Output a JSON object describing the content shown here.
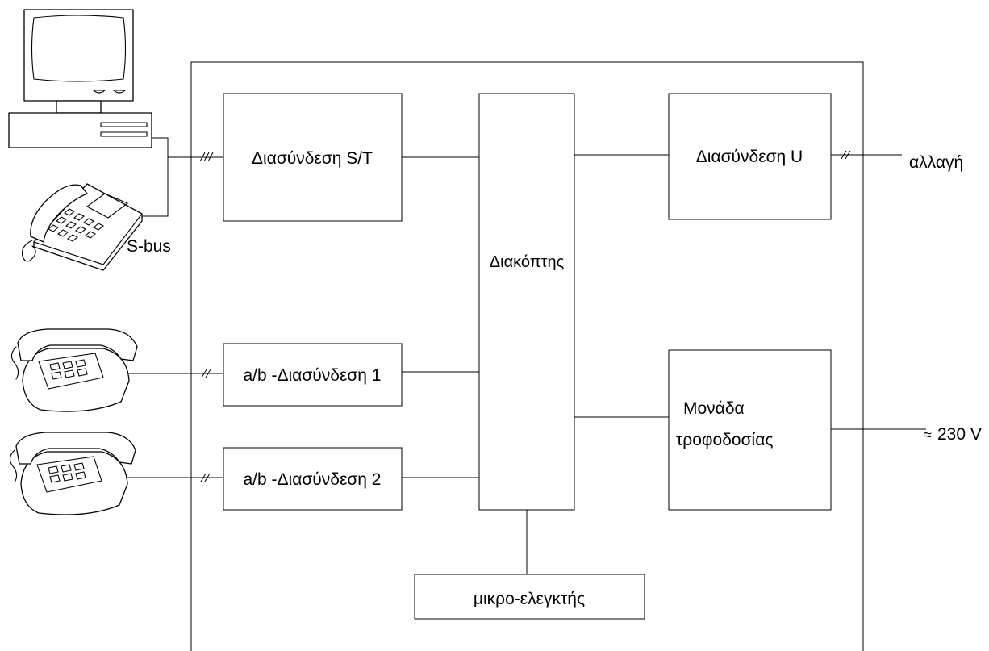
{
  "blocks": {
    "st_interface": "Διασύνδεση S/T",
    "switch": "Διακόπτης",
    "u_interface": "Διασύνδεση U",
    "ab_interface_1": "a/b -Διασύνδεση 1",
    "ab_interface_2": "a/b -Διασύνδεση 2",
    "power_unit_line1": "Μονάδα",
    "power_unit_line2": "τροφοδοσίας",
    "microcontroller": "μικρο-ελεγκτής"
  },
  "labels": {
    "s_bus": "S-bus",
    "exchange": "αλλαγή",
    "mains": "230 V",
    "mains_symbol": "≈"
  },
  "icons": [
    "computer-icon",
    "isdn-telephone-icon",
    "analog-telephone-icon"
  ]
}
